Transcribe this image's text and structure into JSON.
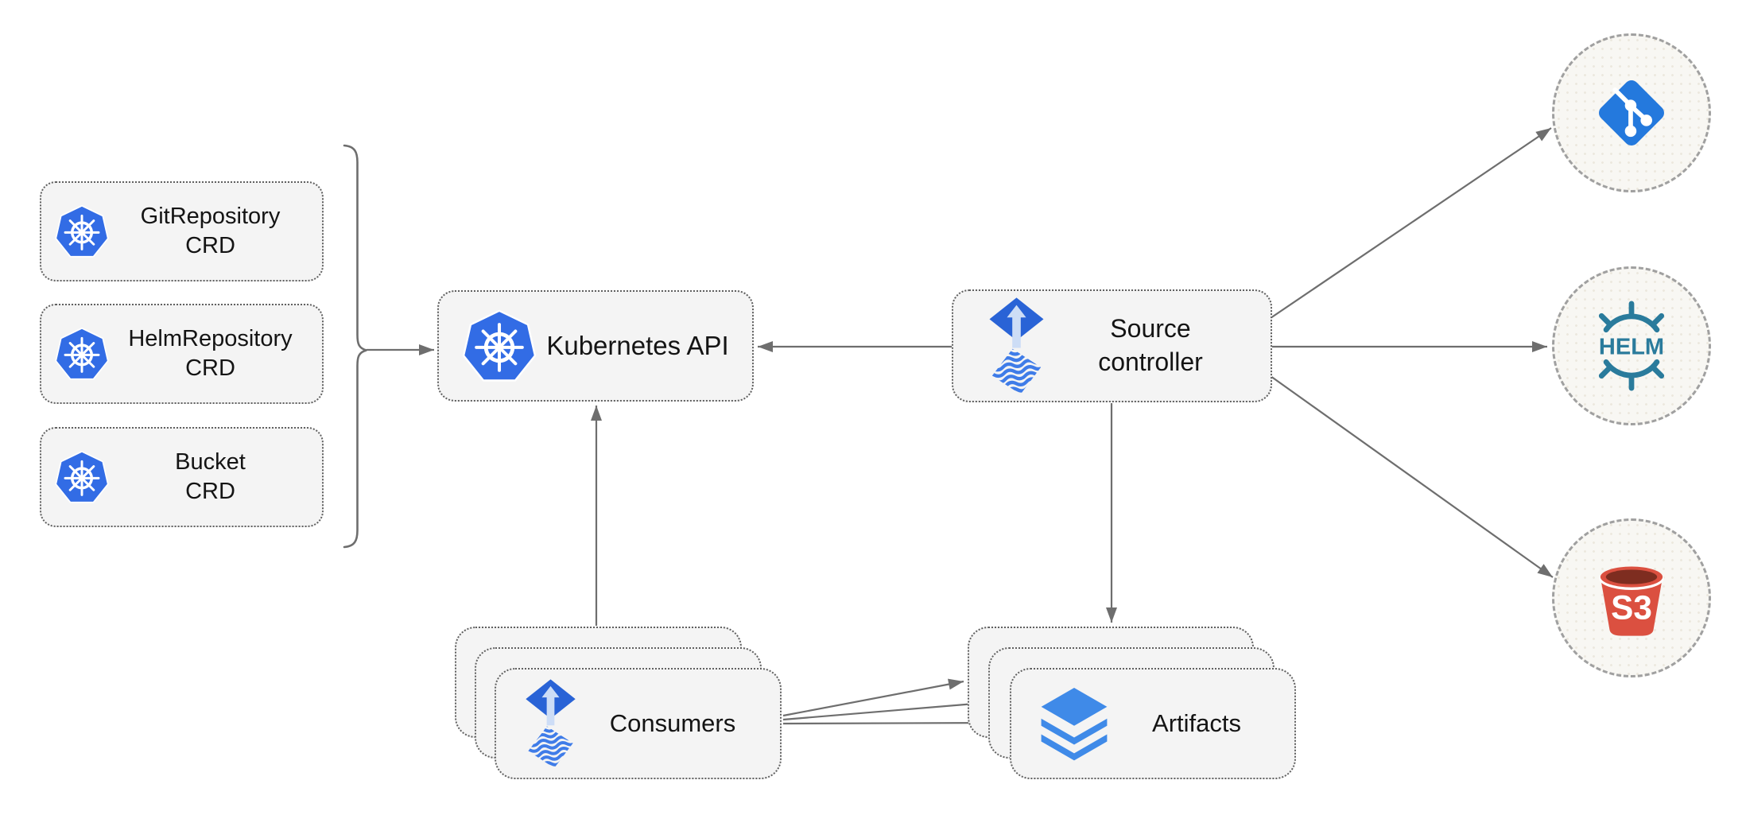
{
  "crd_boxes": [
    {
      "line1": "GitRepository",
      "line2": "CRD",
      "icon": "kubernetes-icon"
    },
    {
      "line1": "HelmRepository",
      "line2": "CRD",
      "icon": "kubernetes-icon"
    },
    {
      "line1": "Bucket",
      "line2": "CRD",
      "icon": "kubernetes-icon"
    }
  ],
  "kubernetes_api": {
    "label": "Kubernetes API",
    "icon": "kubernetes-icon"
  },
  "source_controller": {
    "line1": "Source",
    "line2": "controller",
    "icon": "flux-icon"
  },
  "consumers": {
    "label": "Consumers",
    "icon": "flux-icon",
    "stack_count": 3
  },
  "artifacts": {
    "label": "Artifacts",
    "icon": "layers-icon",
    "stack_count": 3
  },
  "externals": [
    {
      "name": "git",
      "icon": "git-icon",
      "label": ""
    },
    {
      "name": "helm",
      "icon": "helm-icon",
      "label": "HELM"
    },
    {
      "name": "s3",
      "icon": "s3-bucket-icon",
      "label": "S3"
    }
  ],
  "edges": [
    {
      "from": "crd-group",
      "to": "kubernetes-api",
      "style": "arrow-with-brace"
    },
    {
      "from": "source-controller",
      "to": "kubernetes-api",
      "style": "arrow"
    },
    {
      "from": "consumers",
      "to": "kubernetes-api",
      "style": "arrow"
    },
    {
      "from": "source-controller",
      "to": "artifacts",
      "style": "arrow"
    },
    {
      "from": "source-controller",
      "to": "git",
      "style": "arrow"
    },
    {
      "from": "source-controller",
      "to": "helm",
      "style": "arrow"
    },
    {
      "from": "source-controller",
      "to": "s3",
      "style": "arrow"
    },
    {
      "from": "consumers",
      "to": "artifacts",
      "style": "arrow",
      "count": 3
    }
  ],
  "icons": {
    "kubernetes-icon": "blue heptagon with white ship wheel",
    "flux-icon": "blue diamond with light up-arrow over wavy-striped diamond",
    "layers-icon": "three stacked blue diamond layers",
    "git-icon": "blue rotated square with white branch nodes",
    "helm-icon": "teal ship wheel around HELM word",
    "s3-bucket-icon": "red bucket with S3 label"
  },
  "colors": {
    "kubernetes_blue": "#326ce5",
    "flux_blue": "#2963d6",
    "flux_arrow_light": "#cdddf6",
    "flux_wave_blue": "#3f7ce8",
    "layers_blue": "#3f8ae8",
    "git_blue": "#2479dd",
    "helm_teal": "#2a7b9c",
    "s3_red": "#db5040",
    "s3_dark_red": "#7e2d20",
    "node_fill": "#f4f4f4",
    "circle_fill": "#f8f7f3",
    "border_gray": "#606060",
    "dash_gray": "#a0a0a0",
    "line_gray": "#6e6e6e",
    "text": "#141414"
  }
}
